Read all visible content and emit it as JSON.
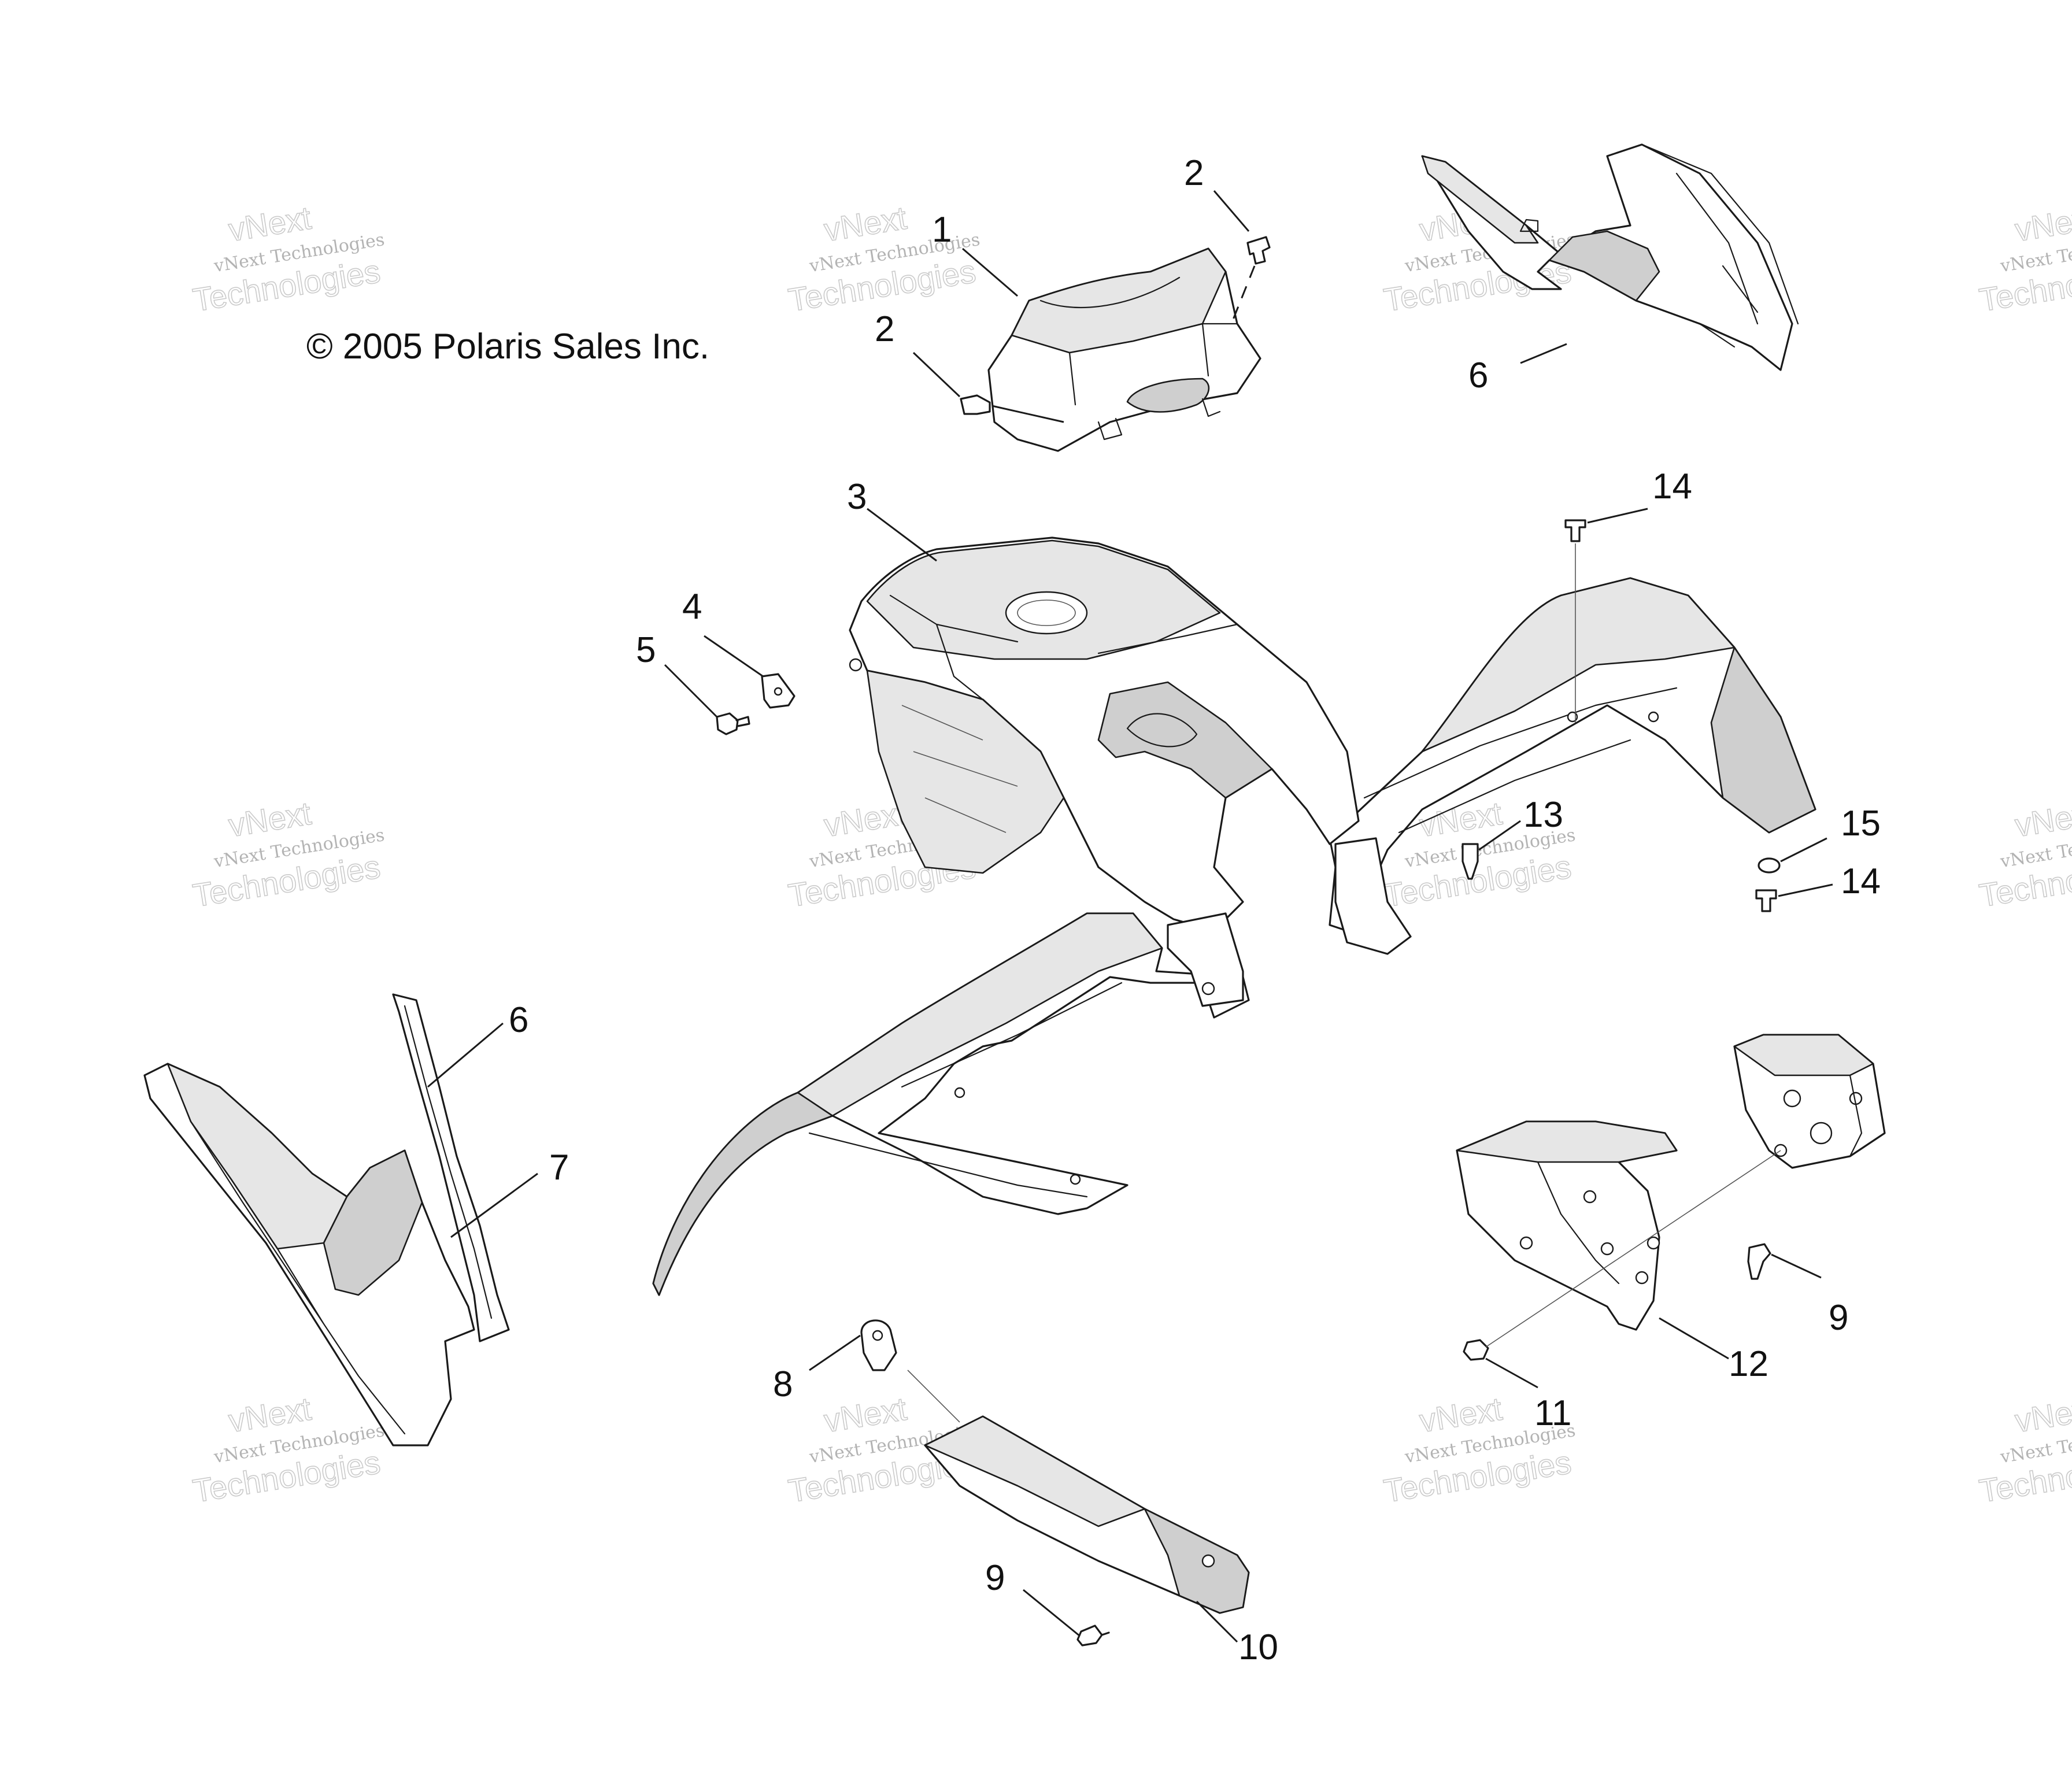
{
  "copyright": "© 2005 Polaris Sales Inc.",
  "watermark": {
    "line_small": "vNext Technologies",
    "line_big_1": "vNext",
    "line_big_2": "Technologies"
  },
  "callouts": {
    "c1": "1",
    "c2a": "2",
    "c2b": "2",
    "c3": "3",
    "c4": "4",
    "c5": "5",
    "c6a": "6",
    "c6b": "6",
    "c7": "7",
    "c8": "8",
    "c9a": "9",
    "c9b": "9",
    "c10": "10",
    "c11": "11",
    "c12": "12",
    "c13": "13",
    "c14a": "14",
    "c14b": "14",
    "c15": "15"
  }
}
